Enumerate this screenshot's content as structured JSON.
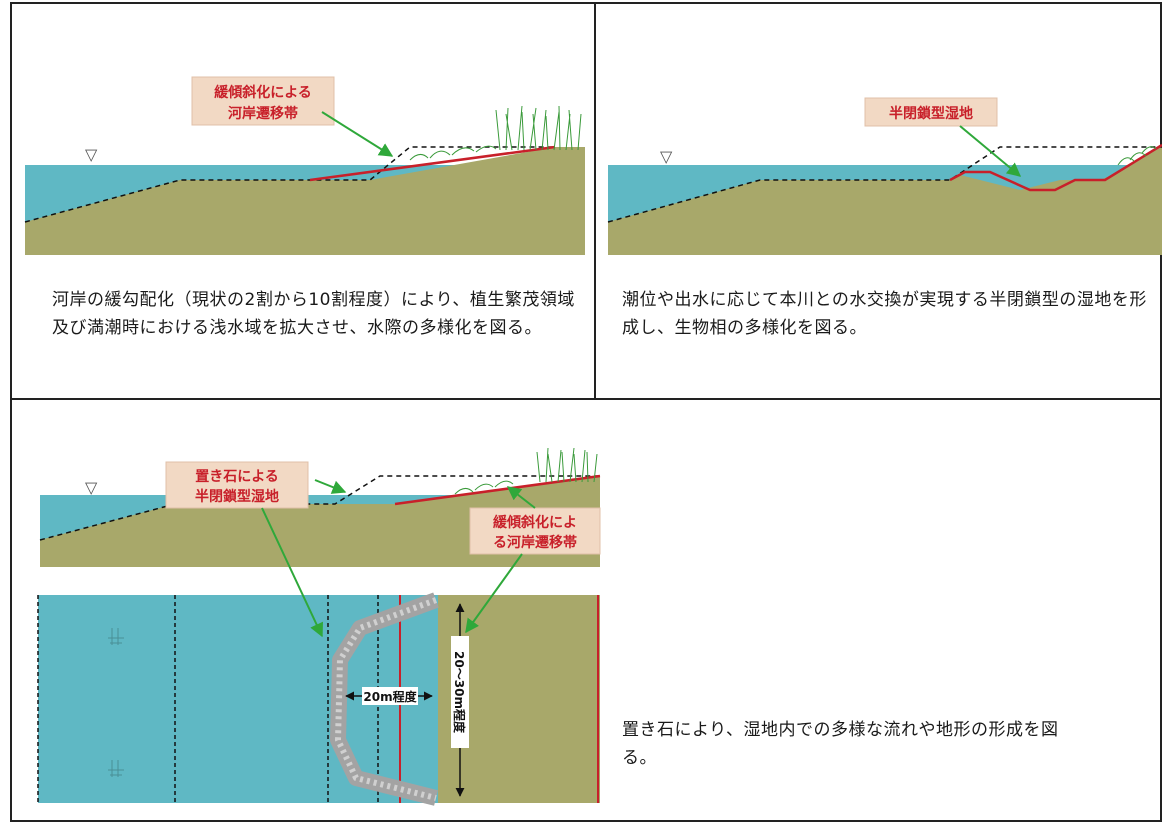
{
  "panel1": {
    "label_line1": "緩傾斜化による",
    "label_line2": "河岸遷移帯",
    "description": "河岸の緩勾配化（現状の2割から10割程度）により、植生繁茂領域及び満潮時における浅水域を拡大させ、水際の多様化を図る。"
  },
  "panel2": {
    "label": "半閉鎖型湿地",
    "description": "潮位や出水に応じて本川との水交換が実現する半閉鎖型の湿地を形成し、生物相の多様化を図る。"
  },
  "panel3": {
    "label_a_line1": "置き石による",
    "label_a_line2": "半閉鎖型湿地",
    "label_b_line1": "緩傾斜化によ",
    "label_b_line2": "る河岸遷移帯",
    "dim_width": "20m程度",
    "dim_length": "20～30m程度",
    "description": "置き石により、湿地内での多様な流れや地形の形成を図る。"
  },
  "water_level_symbol": "▽",
  "colors": {
    "water": "#5fb8c4",
    "ground": "#a8a86a",
    "accent_line": "#c8202a",
    "arrow": "#2fa83a",
    "label_bg": "#f2d9c4",
    "label_text": "#c8202a"
  }
}
